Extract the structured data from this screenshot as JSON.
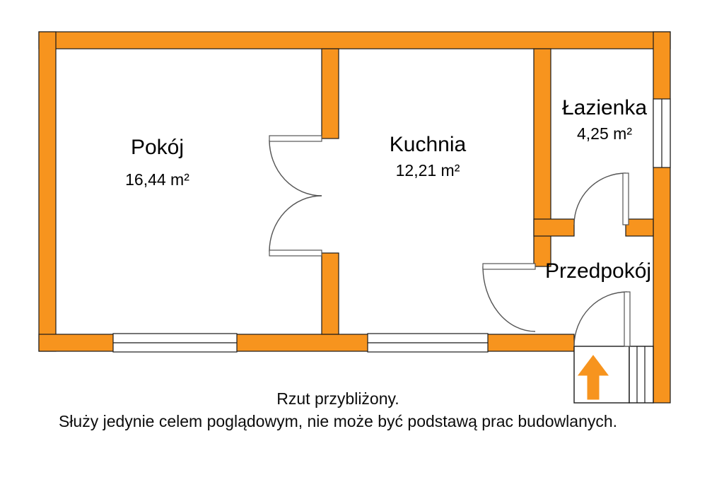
{
  "plan": {
    "rooms": {
      "pokoj": {
        "name": "Pokój",
        "area": "16,44 m²"
      },
      "kuchnia": {
        "name": "Kuchnia",
        "area": "12,21 m²"
      },
      "lazienka": {
        "name": "Łazienka",
        "area": "4,25 m²"
      },
      "przedpokoj": {
        "name": "Przedpokój"
      }
    },
    "caption": {
      "line1": "Rzut przybliżony.",
      "line2": "Służy jedynie celem poglądowym, nie może być podstawą prac budowlanych."
    },
    "colors": {
      "wall": "#F7941E",
      "outline": "#1A1A1A",
      "door_line": "#555555",
      "entrance_arrow": "#F7941E"
    },
    "icons": {
      "entrance_arrow": "up-arrow-icon"
    }
  }
}
